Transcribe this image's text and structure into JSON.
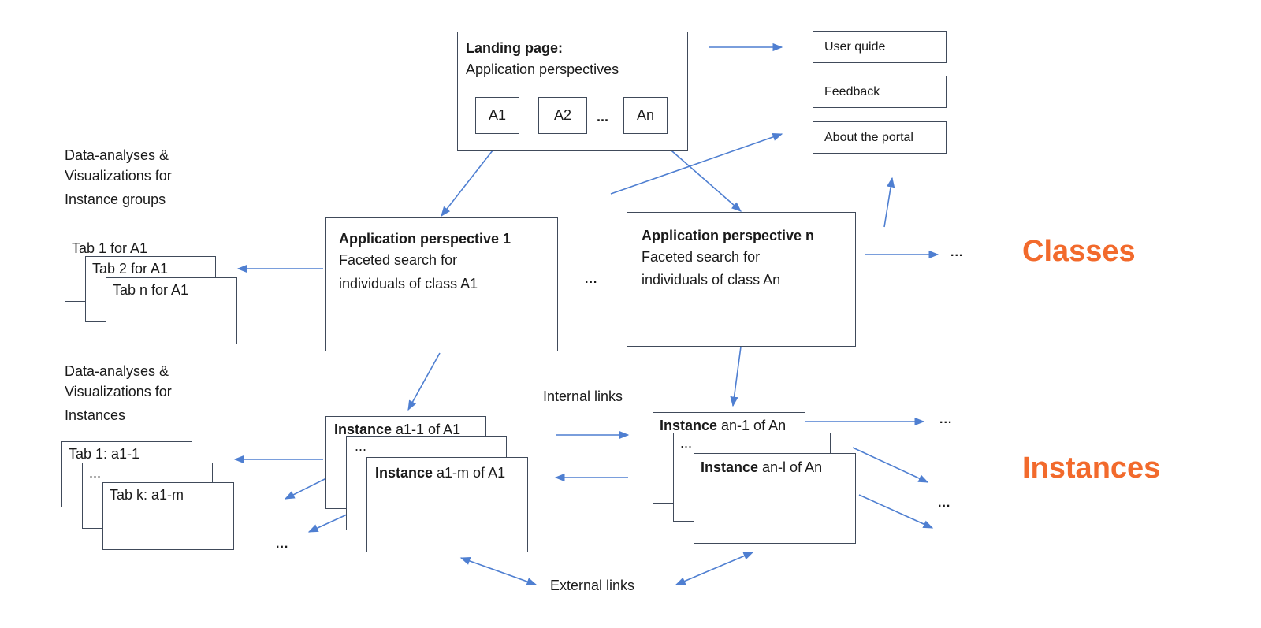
{
  "landing": {
    "title": "Landing page:",
    "subtitle": "Application perspectives",
    "a1": "A1",
    "a2": "A2",
    "dots": "...",
    "an": "An"
  },
  "links": {
    "user_guide": "User quide",
    "feedback": "Feedback",
    "about": "About the portal"
  },
  "groups_caption": [
    "Data-analyses &",
    "Visualizations for",
    "Instance groups"
  ],
  "instances_caption": [
    "Data-analyses &",
    "Visualizations for",
    "Instances"
  ],
  "tabs_groups": [
    "Tab 1 for A1",
    "Tab 2 for A1",
    "Tab n for A1"
  ],
  "tabs_instances": [
    "Tab 1: a1-1",
    "...",
    "Tab k: a1-m"
  ],
  "perspective1": {
    "title": "Application perspective 1",
    "line1": "Faceted search for",
    "line2": "individuals of class A1"
  },
  "perspectiveN": {
    "title": "Application perspective n",
    "line1": "Faceted search for",
    "line2": "individuals of class An"
  },
  "instances_a1": {
    "first_bold": "Instance",
    "first_rest": " a1-1 of A1",
    "middle": "...",
    "last_bold": "Instance",
    "last_rest": " a1-m of A1"
  },
  "instances_an": {
    "first_bold": "Instance",
    "first_rest": " an-1 of An",
    "middle": "...",
    "last_bold": "Instance",
    "last_rest": " an-l of An"
  },
  "internal_links": "Internal links",
  "external_links": "External links",
  "classes_label": "Classes",
  "instances_label": "Instances",
  "ellipsis": "...",
  "colors": {
    "arrow": "#4f7fd1",
    "accent": "#f26a2c",
    "border": "#404a5a"
  }
}
